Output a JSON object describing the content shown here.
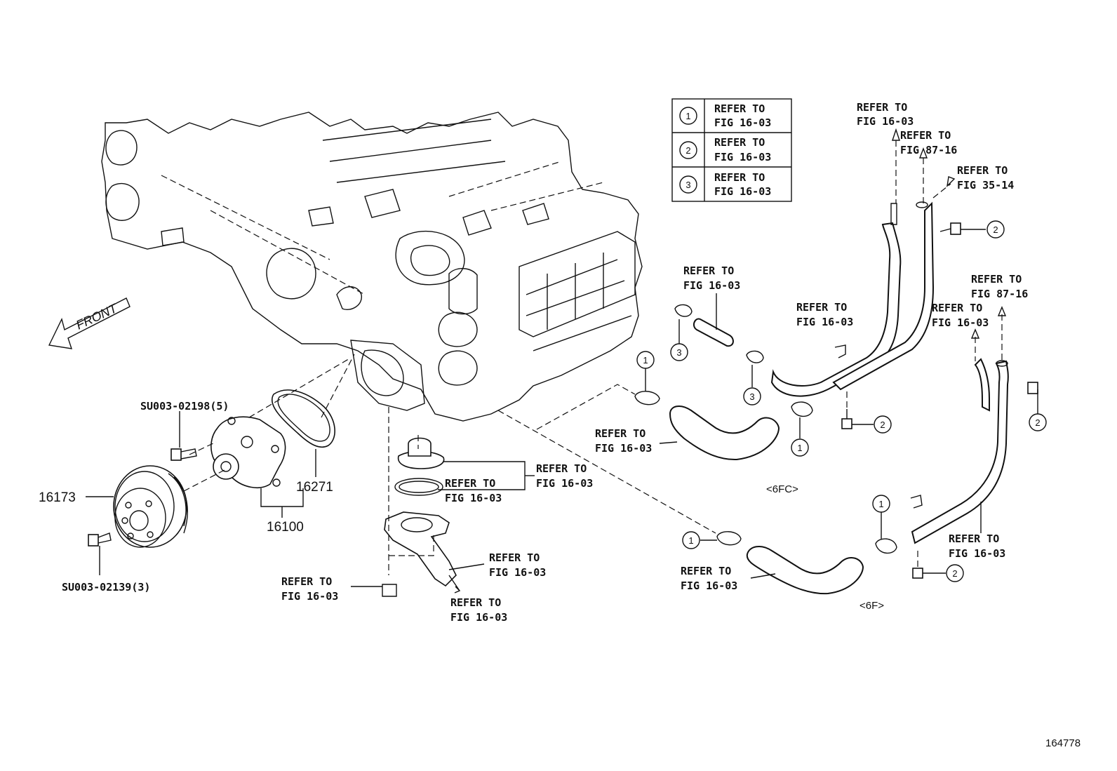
{
  "legend": {
    "rows": [
      {
        "num": "1",
        "line1": "REFER TO",
        "line2": "FIG 16-03"
      },
      {
        "num": "2",
        "line1": "REFER TO",
        "line2": "FIG 16-03"
      },
      {
        "num": "3",
        "line1": "REFER TO",
        "line2": "FIG 16-03"
      }
    ]
  },
  "front_label": "FRONT",
  "parts": {
    "p16173": "16173",
    "p16271": "16271",
    "p16100": "16100",
    "bolt_pump": "SU003-02198(5)",
    "bolt_pulley": "SU003-02139(3)"
  },
  "refs": {
    "r_top_a": {
      "line1": "REFER TO",
      "line2": "FIG 16-03"
    },
    "r_top_b": {
      "line1": "REFER TO",
      "line2": "FIG 87-16"
    },
    "r_top_c": {
      "line1": "REFER TO",
      "line2": "FIG 35-14"
    },
    "r_short_hose": {
      "line1": "REFER TO",
      "line2": "FIG 16-03"
    },
    "r_pipe_upper": {
      "line1": "REFER TO",
      "line2": "FIG 16-03"
    },
    "r_right_a": {
      "line1": "REFER TO",
      "line2": "FIG 87-16"
    },
    "r_right_b": {
      "line1": "REFER TO",
      "line2": "FIG 16-03"
    },
    "r_hose_6fc": {
      "line1": "REFER TO",
      "line2": "FIG 16-03"
    },
    "r_thermostat": {
      "line1": "REFER TO",
      "line2": "FIG 16-03"
    },
    "r_gasket": {
      "line1": "REFER TO",
      "line2": "FIG 16-03"
    },
    "r_inlet": {
      "line1": "REFER TO",
      "line2": "FIG 16-03"
    },
    "r_inlet_bolt": {
      "line1": "REFER TO",
      "line2": "FIG 16-03"
    },
    "r_inlet_out": {
      "line1": "REFER TO",
      "line2": "FIG 16-03"
    },
    "r_hose_6f": {
      "line1": "REFER TO",
      "line2": "FIG 16-03"
    },
    "r_pipe_lower": {
      "line1": "REFER TO",
      "line2": "FIG 16-03"
    }
  },
  "callouts": {
    "c1": "1",
    "c2": "2",
    "c3": "3"
  },
  "variants": {
    "v6fc": "<6FC>",
    "v6f": "<6F>"
  },
  "figure_id": "164778"
}
